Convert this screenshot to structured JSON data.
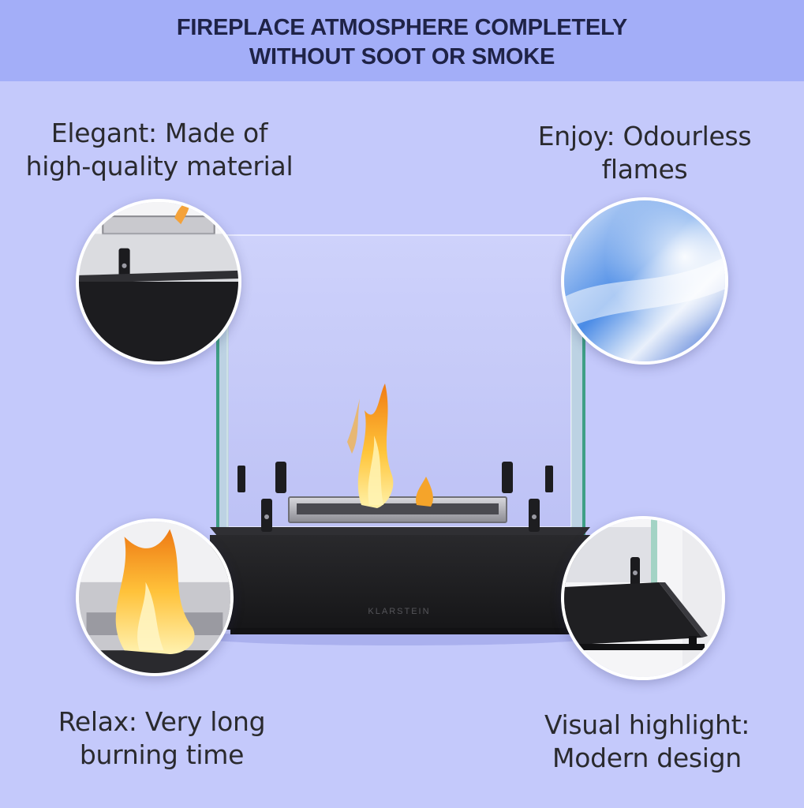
{
  "banner": {
    "line1": "FIREPLACE ATMOSPHERE COMPLETELY",
    "line2": "WITHOUT SOOT OR SMOKE",
    "background": "#a3aef8",
    "text_color": "#1f2347"
  },
  "features": {
    "top_left": {
      "line1": "Elegant: Made of",
      "line2": "high-quality material"
    },
    "top_right": {
      "line1": "Enjoy: Odourless",
      "line2": "flames"
    },
    "bottom_left": {
      "line1": "Relax: Very long",
      "line2": "burning time"
    },
    "bottom_right": {
      "line1": "Visual highlight:",
      "line2": "Modern design"
    }
  },
  "product": {
    "brand_mark": "KLARSTEIN"
  },
  "colors": {
    "background": "#c4c9fb",
    "caption_text": "#2a2a2e",
    "base": "#1a1a1c",
    "flame_core": "#ffd24a",
    "flame_outer": "#f08a1c",
    "glass_edge": "#3f9f86"
  }
}
